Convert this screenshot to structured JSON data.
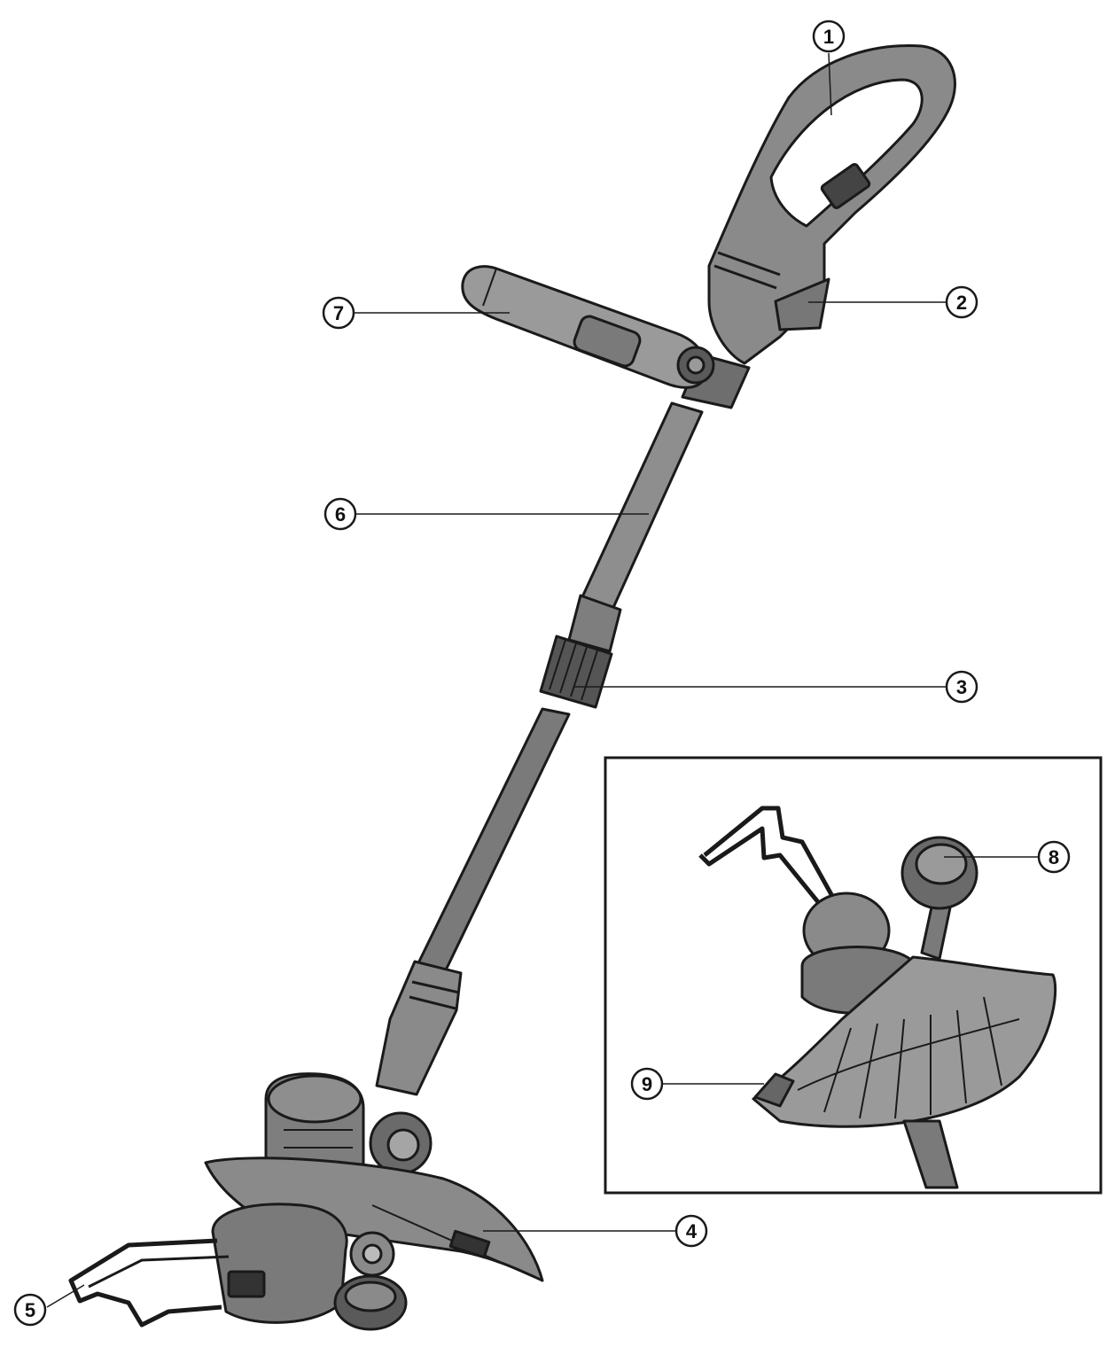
{
  "callouts": [
    {
      "id": "1",
      "label": "1"
    },
    {
      "id": "2",
      "label": "2"
    },
    {
      "id": "3",
      "label": "3"
    },
    {
      "id": "4",
      "label": "4"
    },
    {
      "id": "5",
      "label": "5"
    },
    {
      "id": "6",
      "label": "6"
    },
    {
      "id": "7",
      "label": "7"
    },
    {
      "id": "8",
      "label": "8"
    },
    {
      "id": "9",
      "label": "9"
    }
  ],
  "colors": {
    "body_fill": "#8c8c8c",
    "body_dark": "#4a4a4a",
    "body_light": "#b5b5b5",
    "outline": "#1a1a1a",
    "background": "#ffffff"
  }
}
